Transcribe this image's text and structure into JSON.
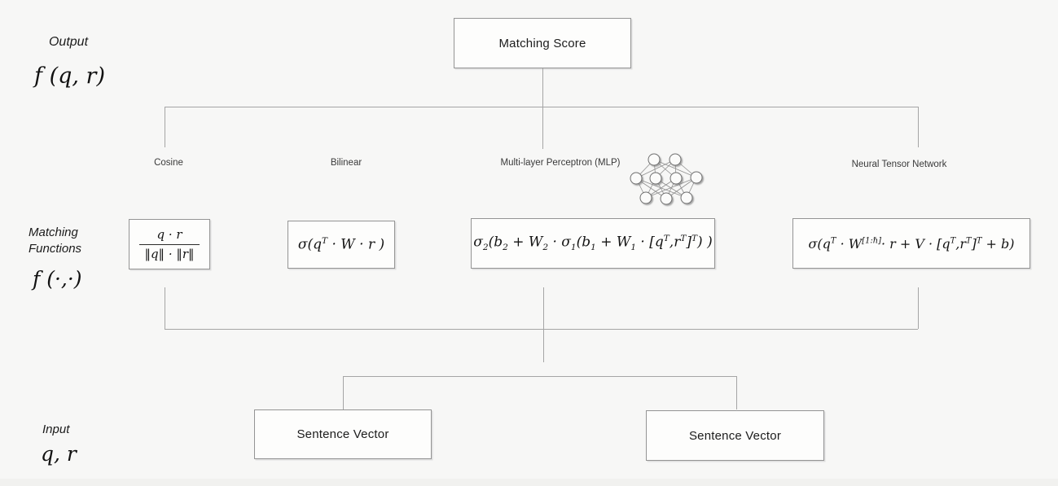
{
  "canvas": {
    "bg_color": "#f7f7f6",
    "line_color": "#a5a5a5",
    "box_border_color": "#949494",
    "box_bg_color": "#fdfdfc"
  },
  "row_labels": {
    "output": {
      "label": "Output",
      "math": "f (q, r)"
    },
    "matching": {
      "label": "Matching\nFunctions",
      "math": "f (·,·)"
    },
    "input": {
      "label": "Input",
      "math": "q, r"
    }
  },
  "nodes": {
    "matching_score": "Matching Score",
    "sentence_vector_left": "Sentence Vector",
    "sentence_vector_right": "Sentence Vector"
  },
  "columns": {
    "cosine": "Cosine",
    "bilinear": "Bilinear",
    "mlp": "Multi-layer Perceptron (MLP)",
    "ntn": "Neural Tensor Network"
  },
  "icons": {
    "mlp_icon": "neural-network-icon"
  },
  "formulas": {
    "cosine": {
      "numerator": "q · r",
      "denominator": "‖q‖ · ‖r‖"
    },
    "bilinear": {
      "tokens": [
        {
          "v": "σ("
        },
        {
          "v": "q"
        },
        {
          "s": "sup",
          "v": "T"
        },
        {
          "v": " · W · r )"
        }
      ]
    },
    "mlp": {
      "tokens": [
        {
          "v": "σ"
        },
        {
          "s": "sub",
          "v": "2"
        },
        {
          "v": "(b"
        },
        {
          "s": "sub",
          "v": "2"
        },
        {
          "v": " + W"
        },
        {
          "s": "sub",
          "v": "2"
        },
        {
          "v": " · σ"
        },
        {
          "s": "sub",
          "v": "1"
        },
        {
          "v": "(b"
        },
        {
          "s": "sub",
          "v": "1"
        },
        {
          "v": " + W"
        },
        {
          "s": "sub",
          "v": "1"
        },
        {
          "v": " · [q"
        },
        {
          "s": "sup",
          "v": "T"
        },
        {
          "v": ",r"
        },
        {
          "s": "sup",
          "v": "T"
        },
        {
          "v": "]"
        },
        {
          "s": "sup",
          "v": "T"
        },
        {
          "v": ") )"
        }
      ]
    },
    "ntn": {
      "tokens": [
        {
          "v": "σ("
        },
        {
          "v": "q"
        },
        {
          "s": "sup",
          "v": "T"
        },
        {
          "v": " · W"
        },
        {
          "s": "sup",
          "v": "[1:ℏ]"
        },
        {
          "v": "· r + V · [q"
        },
        {
          "s": "sup",
          "v": "T"
        },
        {
          "v": ",r"
        },
        {
          "s": "sup",
          "v": "T"
        },
        {
          "v": "]"
        },
        {
          "s": "sup",
          "v": "T"
        },
        {
          "v": " + b)"
        }
      ]
    }
  }
}
